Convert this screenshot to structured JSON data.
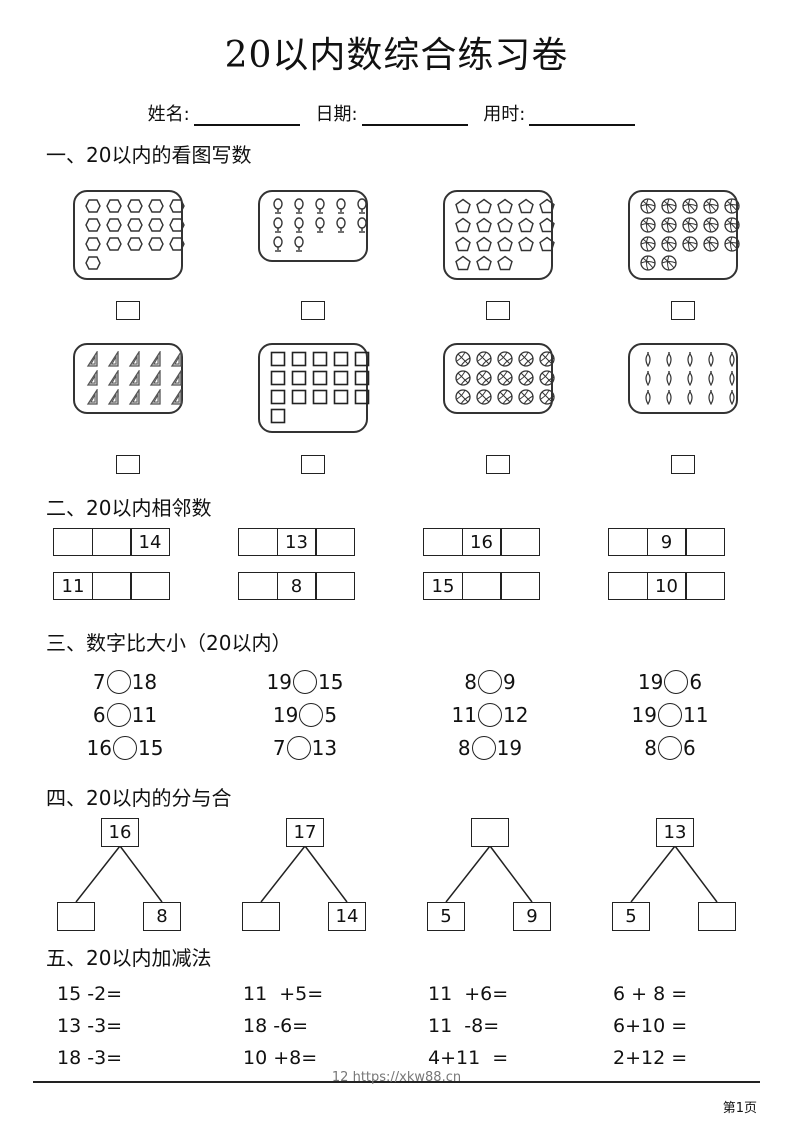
{
  "title": "20以内数综合练习卷",
  "info": {
    "name_label": "姓名:",
    "date_label": "日期:",
    "time_label": "用时:"
  },
  "sections": {
    "s1": {
      "heading": "一、20以内的看图写数",
      "pictures": [
        {
          "icon": "hexagon",
          "count": 16
        },
        {
          "icon": "mirror",
          "count": 12
        },
        {
          "icon": "pentagon",
          "count": 18
        },
        {
          "icon": "volleyball",
          "count": 17
        },
        {
          "icon": "triangle-ruler",
          "count": 15
        },
        {
          "icon": "square",
          "count": 16
        },
        {
          "icon": "basketball",
          "count": 15
        },
        {
          "icon": "lemon",
          "count": 15
        }
      ]
    },
    "s2": {
      "heading": "二、20以内相邻数",
      "rows": [
        [
          [
            "",
            "",
            "14"
          ],
          [
            "",
            "13",
            ""
          ],
          [
            "",
            "16",
            ""
          ],
          [
            "",
            "9",
            ""
          ]
        ],
        [
          [
            "11",
            "",
            ""
          ],
          [
            "",
            "8",
            ""
          ],
          [
            "15",
            "",
            ""
          ],
          [
            "",
            "10",
            ""
          ]
        ]
      ]
    },
    "s3": {
      "heading": "三、数字比大小（20以内）",
      "rows": [
        [
          [
            "7",
            "18"
          ],
          [
            "19",
            "15"
          ],
          [
            "8",
            "9"
          ],
          [
            "19",
            "6"
          ]
        ],
        [
          [
            "6",
            "11"
          ],
          [
            "19",
            "5"
          ],
          [
            "11",
            "12"
          ],
          [
            "19",
            "11"
          ]
        ],
        [
          [
            "16",
            "15"
          ],
          [
            "7",
            "13"
          ],
          [
            "8",
            "19"
          ],
          [
            "8",
            "6"
          ]
        ]
      ]
    },
    "s4": {
      "heading": "四、20以内的分与合",
      "trees": [
        {
          "top": "16",
          "left": "",
          "right": "8"
        },
        {
          "top": "17",
          "left": "",
          "right": "14"
        },
        {
          "top": "",
          "left": "5",
          "right": "9"
        },
        {
          "top": "13",
          "left": "5",
          "right": ""
        }
      ]
    },
    "s5": {
      "heading": "五、20以内加减法",
      "rows": [
        [
          "15 -2=",
          "11  +5=",
          "11  +6=",
          "6 + 8 ="
        ],
        [
          "13 -3=",
          "18 -6=",
          "11  -8=",
          "6+10 ="
        ],
        [
          "18 -3=",
          "10 +8=",
          "4+11  =",
          "2+12 ="
        ]
      ]
    }
  },
  "footer": {
    "watermark": "12 https://xkw88.cn",
    "page": "第1页"
  }
}
